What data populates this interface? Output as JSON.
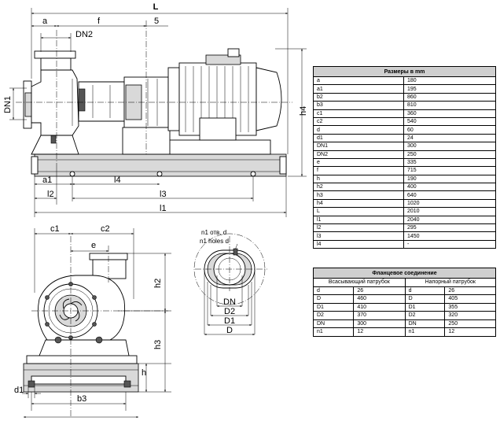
{
  "labels": {
    "L": "L",
    "a": "a",
    "f": "f",
    "s": "5",
    "DN2": "DN2",
    "DN1": "DN1",
    "h4": "h4",
    "a1": "a1",
    "l4": "l4",
    "l2": "l2",
    "l3": "l3",
    "l1": "l1",
    "c1": "c1",
    "c2": "c2",
    "e": "e",
    "h2": "h2",
    "h3": "h3",
    "h": "h",
    "d1": "d1",
    "b3": "b3",
    "n1_ru": "n1 отв. d",
    "n1_en": "n1 holes d",
    "DN": "DN",
    "D2": "D2",
    "D1": "D1",
    "D": "D"
  },
  "dimensions_table": {
    "title": "Размеры в mm",
    "rows": [
      {
        "key": "a",
        "value": "180"
      },
      {
        "key": "a1",
        "value": "195"
      },
      {
        "key": "b2",
        "value": "860"
      },
      {
        "key": "b3",
        "value": "810"
      },
      {
        "key": "c1",
        "value": "360"
      },
      {
        "key": "c2",
        "value": "540"
      },
      {
        "key": "d",
        "value": "60"
      },
      {
        "key": "d1",
        "value": "24"
      },
      {
        "key": "DN1",
        "value": "300"
      },
      {
        "key": "DN2",
        "value": "250"
      },
      {
        "key": "e",
        "value": "335"
      },
      {
        "key": "f",
        "value": "715"
      },
      {
        "key": "h",
        "value": "190"
      },
      {
        "key": "h2",
        "value": "400"
      },
      {
        "key": "h3",
        "value": "640"
      },
      {
        "key": "h4",
        "value": "1020"
      },
      {
        "key": "L",
        "value": "2010"
      },
      {
        "key": "l1",
        "value": "2040"
      },
      {
        "key": "l2",
        "value": "295"
      },
      {
        "key": "l3",
        "value": "1450"
      },
      {
        "key": "l4",
        "value": "-"
      }
    ]
  },
  "flange_table": {
    "title": "Фланцевое соединение",
    "suction_header": "Всасывающий патрубок",
    "discharge_header": "Напорный патрубок",
    "rows": [
      {
        "k1": "d",
        "v1": "26",
        "k2": "d",
        "v2": "26"
      },
      {
        "k1": "D",
        "v1": "460",
        "k2": "D",
        "v2": "405"
      },
      {
        "k1": "D1",
        "v1": "410",
        "k2": "D1",
        "v2": "355"
      },
      {
        "k1": "D2",
        "v1": "370",
        "k2": "D2",
        "v2": "320"
      },
      {
        "k1": "DN",
        "v1": "300",
        "k2": "DN",
        "v2": "250"
      },
      {
        "k1": "n1",
        "v1": "12",
        "k2": "n1",
        "v2": "12"
      }
    ]
  }
}
